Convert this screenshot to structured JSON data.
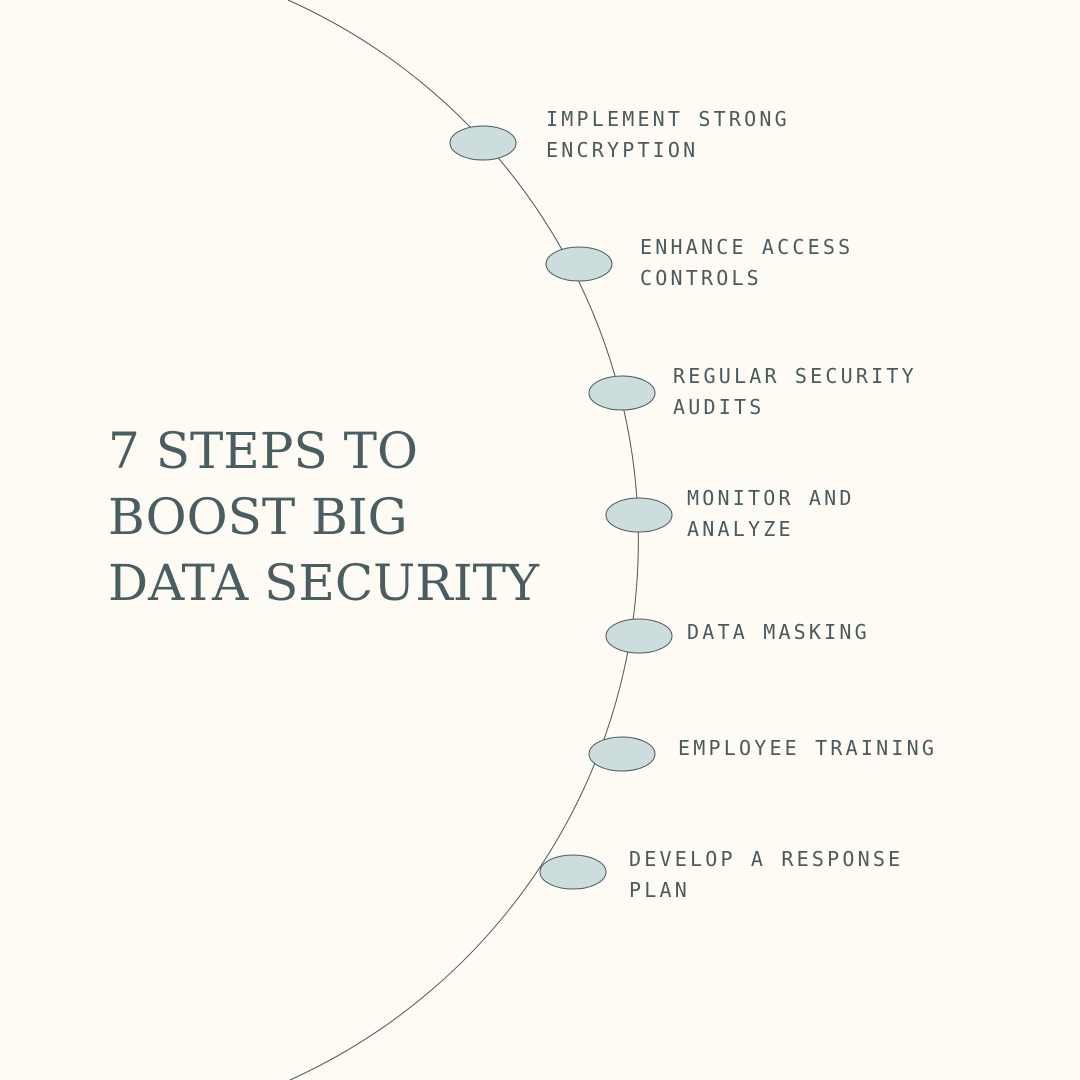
{
  "title": {
    "line1": "7 STEPS TO",
    "line2": "BOOST BIG",
    "line3": "DATA SECURITY"
  },
  "colors": {
    "background": "#fdfbf3",
    "text": "#4a5a5e",
    "node_fill": "#cddcdc",
    "node_stroke": "#4a5a5e",
    "arc": "#4a5a5e"
  },
  "steps": [
    {
      "label": "IMPLEMENT STRONG\nENCRYPTION"
    },
    {
      "label": "ENHANCE ACCESS\nCONTROLS"
    },
    {
      "label": "REGULAR SECURITY\nAUDITS"
    },
    {
      "label": "MONITOR AND\nANALYZE"
    },
    {
      "label": "DATA MASKING"
    },
    {
      "label": "EMPLOYEE TRAINING"
    },
    {
      "label": "DEVELOP A RESPONSE\nPLAN"
    }
  ]
}
